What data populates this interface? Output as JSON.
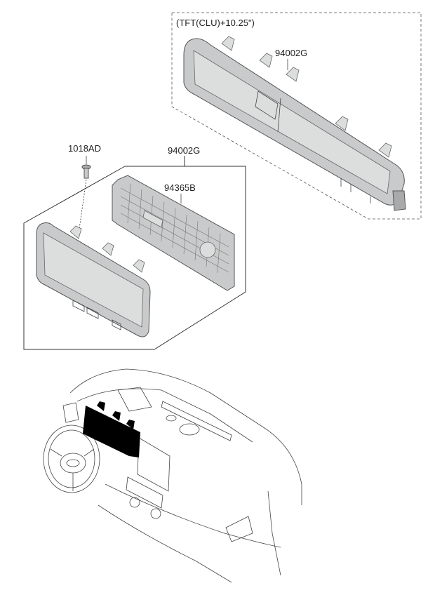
{
  "labels": {
    "variant": "(TFT(CLU)+10.25\")",
    "part_upper_cluster": "94002G",
    "part_lower_cluster": "94002G",
    "part_screw": "1018AD",
    "part_housing": "94365B"
  },
  "colors": {
    "part_fill": "#c9cacb",
    "outline": "#555555",
    "highlight": "#000000"
  }
}
